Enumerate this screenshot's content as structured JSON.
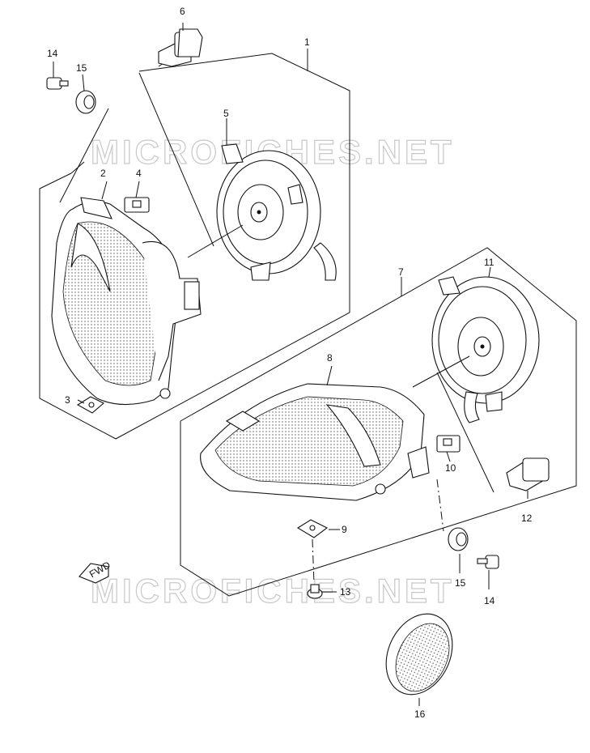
{
  "watermark": {
    "text_top": "MICROFICHES.NET",
    "text_bottom": "MICROFICHES.NET"
  },
  "fwd_label": "FWD",
  "callouts": {
    "c1": "1",
    "c2": "2",
    "c3": "3",
    "c4": "4",
    "c5": "5",
    "c6": "6",
    "c7": "7",
    "c8": "8",
    "c9": "9",
    "c10": "10",
    "c11": "11",
    "c12": "12",
    "c13": "13",
    "c14a": "14",
    "c14b": "14",
    "c15a": "15",
    "c15b": "15",
    "c16": "16"
  },
  "colors": {
    "line": "#111111",
    "watermark": "#c8c8c8",
    "background": "#ffffff"
  }
}
